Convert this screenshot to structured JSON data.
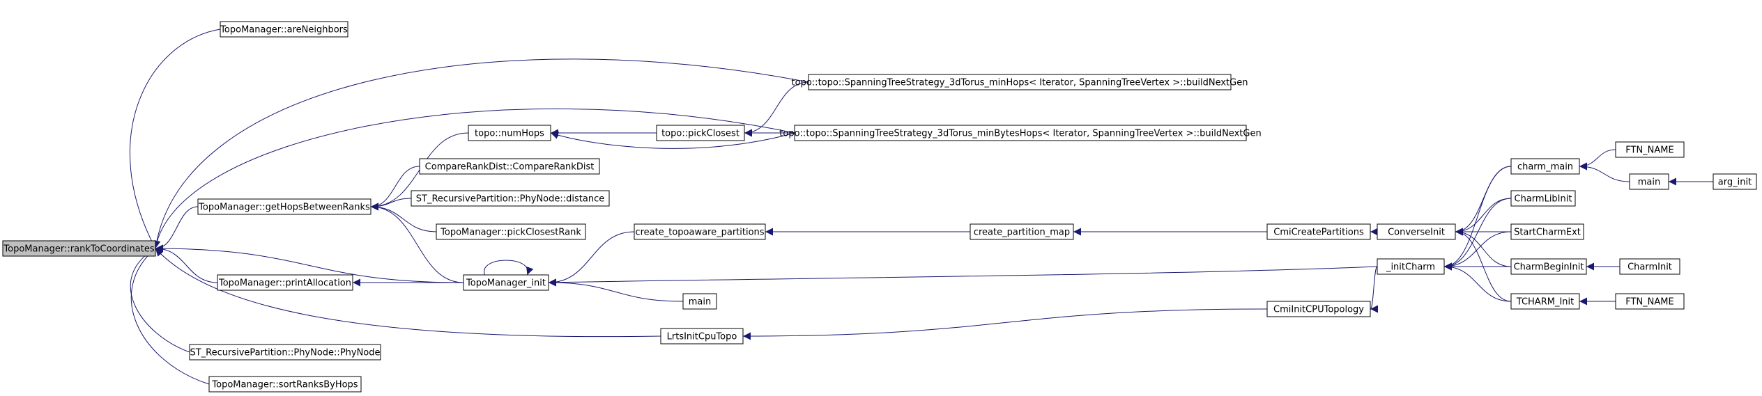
{
  "diagram": {
    "colors": {
      "edge": "#191970",
      "node_border": "#000000",
      "node_fill": "#ffffff",
      "root_fill": "#bfbfbf"
    },
    "nodes": [
      {
        "id": "root",
        "label": "TopoManager::rankToCoordinates",
        "root": true
      },
      {
        "id": "areNeighbors",
        "label": "TopoManager::areNeighbors"
      },
      {
        "id": "getHops",
        "label": "TopoManager::getHopsBetweenRanks"
      },
      {
        "id": "printAlloc",
        "label": "TopoManager::printAllocation"
      },
      {
        "id": "phyNode",
        "label": "ST_RecursivePartition::PhyNode::PhyNode"
      },
      {
        "id": "sortRanks",
        "label": "TopoManager::sortRanksByHops"
      },
      {
        "id": "numHops",
        "label": "topo::numHops"
      },
      {
        "id": "compareRank",
        "label": "CompareRankDist::CompareRankDist"
      },
      {
        "id": "distance",
        "label": "ST_RecursivePartition::PhyNode::distance"
      },
      {
        "id": "pickClosestRank",
        "label": "TopoManager::pickClosestRank"
      },
      {
        "id": "topoInit",
        "label": "TopoManager_init"
      },
      {
        "id": "lrtsInit",
        "label": "LrtsInitCpuTopo"
      },
      {
        "id": "pickClosest",
        "label": "topo::pickClosest"
      },
      {
        "id": "buildMinHops",
        "label": "topo::topo::SpanningTreeStrategy_3dTorus_minHops< Iterator, SpanningTreeVertex >::buildNextGen"
      },
      {
        "id": "buildMinBytes",
        "label": "topo::topo::SpanningTreeStrategy_3dTorus_minBytesHops< Iterator, SpanningTreeVertex >::buildNextGen"
      },
      {
        "id": "createTopoaware",
        "label": "create_topoaware_partitions"
      },
      {
        "id": "mainA",
        "label": "main"
      },
      {
        "id": "createMap",
        "label": "create_partition_map"
      },
      {
        "id": "cmiCreate",
        "label": "CmiCreatePartitions"
      },
      {
        "id": "cmiInitCPU",
        "label": "CmiInitCPUTopology"
      },
      {
        "id": "converseInit",
        "label": "ConverseInit"
      },
      {
        "id": "initCharm",
        "label": "_initCharm"
      },
      {
        "id": "charmMain",
        "label": "charm_main"
      },
      {
        "id": "charmLibInit",
        "label": "CharmLibInit"
      },
      {
        "id": "startCharmExt",
        "label": "StartCharmExt"
      },
      {
        "id": "charmBeginInit",
        "label": "CharmBeginInit"
      },
      {
        "id": "tcharmInit",
        "label": "TCHARM_Init"
      },
      {
        "id": "ftnName1",
        "label": "FTN_NAME"
      },
      {
        "id": "mainB",
        "label": "main"
      },
      {
        "id": "argInit",
        "label": "arg_init"
      },
      {
        "id": "charmInit",
        "label": "CharmInit"
      },
      {
        "id": "ftnName2",
        "label": "FTN_NAME"
      }
    ],
    "edges": [
      {
        "from": "areNeighbors",
        "to": "root"
      },
      {
        "from": "buildMinHops",
        "to": "root"
      },
      {
        "from": "buildMinBytes",
        "to": "root"
      },
      {
        "from": "getHops",
        "to": "root"
      },
      {
        "from": "printAlloc",
        "to": "root"
      },
      {
        "from": "topoInit",
        "to": "root"
      },
      {
        "from": "lrtsInit",
        "to": "root"
      },
      {
        "from": "phyNode",
        "to": "root"
      },
      {
        "from": "sortRanks",
        "to": "root"
      },
      {
        "from": "numHops",
        "to": "getHops"
      },
      {
        "from": "compareRank",
        "to": "getHops"
      },
      {
        "from": "distance",
        "to": "getHops"
      },
      {
        "from": "pickClosestRank",
        "to": "getHops"
      },
      {
        "from": "topoInit",
        "to": "getHops"
      },
      {
        "from": "pickClosest",
        "to": "numHops"
      },
      {
        "from": "buildMinBytes",
        "to": "numHops"
      },
      {
        "from": "buildMinHops",
        "to": "pickClosest"
      },
      {
        "from": "buildMinBytes",
        "to": "pickClosest"
      },
      {
        "from": "topoInit",
        "to": "printAlloc"
      },
      {
        "from": "topoInit",
        "to": "topoInit"
      },
      {
        "from": "createTopoaware",
        "to": "topoInit"
      },
      {
        "from": "mainA",
        "to": "topoInit"
      },
      {
        "from": "initCharm",
        "to": "topoInit"
      },
      {
        "from": "createMap",
        "to": "createTopoaware"
      },
      {
        "from": "cmiCreate",
        "to": "createMap"
      },
      {
        "from": "converseInit",
        "to": "cmiCreate"
      },
      {
        "from": "cmiInitCPU",
        "to": "lrtsInit"
      },
      {
        "from": "initCharm",
        "to": "cmiInitCPU"
      },
      {
        "from": "charmMain",
        "to": "converseInit"
      },
      {
        "from": "charmLibInit",
        "to": "converseInit"
      },
      {
        "from": "startCharmExt",
        "to": "converseInit"
      },
      {
        "from": "charmBeginInit",
        "to": "converseInit"
      },
      {
        "from": "tcharmInit",
        "to": "converseInit"
      },
      {
        "from": "charmMain",
        "to": "initCharm"
      },
      {
        "from": "charmLibInit",
        "to": "initCharm"
      },
      {
        "from": "startCharmExt",
        "to": "initCharm"
      },
      {
        "from": "charmBeginInit",
        "to": "initCharm"
      },
      {
        "from": "tcharmInit",
        "to": "initCharm"
      },
      {
        "from": "ftnName1",
        "to": "charmMain"
      },
      {
        "from": "mainB",
        "to": "charmMain"
      },
      {
        "from": "argInit",
        "to": "mainB"
      },
      {
        "from": "charmInit",
        "to": "charmBeginInit"
      },
      {
        "from": "ftnName2",
        "to": "tcharmInit"
      }
    ]
  }
}
